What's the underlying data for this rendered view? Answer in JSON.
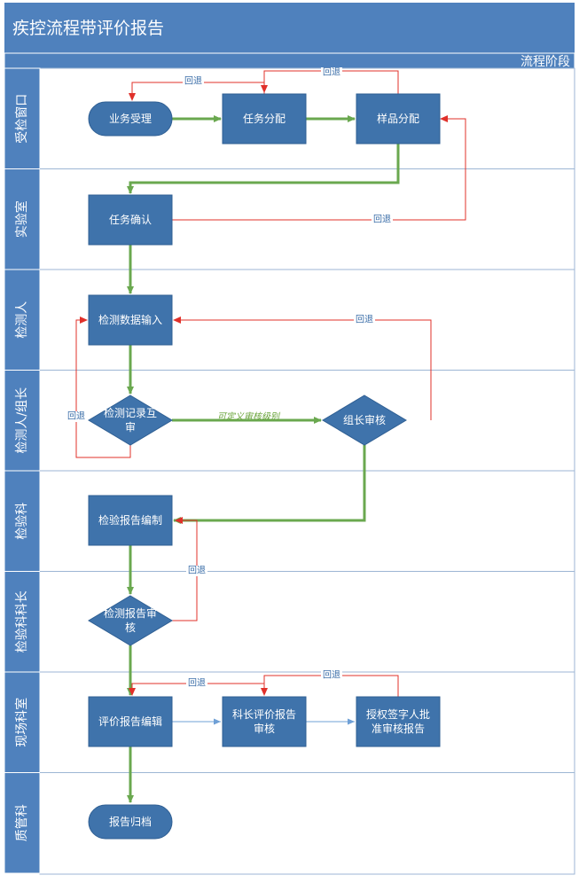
{
  "title": "疾控流程带评价报告",
  "phase_label": "流程阶段",
  "lanes": [
    {
      "id": "window",
      "label": "受检窗口"
    },
    {
      "id": "lab",
      "label": "实验室"
    },
    {
      "id": "tester",
      "label": "检测人"
    },
    {
      "id": "tester_leader",
      "label": "检测人/组长"
    },
    {
      "id": "inspection_dept",
      "label": "检验科"
    },
    {
      "id": "inspection_chief",
      "label": "检验科科长"
    },
    {
      "id": "field_dept",
      "label": "现场科室"
    },
    {
      "id": "qa_dept",
      "label": "质管科"
    }
  ],
  "nodes": {
    "business_accept": {
      "label": "业务受理",
      "shape": "terminator"
    },
    "task_assign": {
      "label": "任务分配",
      "shape": "process"
    },
    "sample_assign": {
      "label": "样品分配",
      "shape": "process"
    },
    "task_confirm": {
      "label": "任务确认",
      "shape": "process"
    },
    "data_input": {
      "label": "检测数据输入",
      "shape": "process"
    },
    "record_review": {
      "label": [
        "检测记录互",
        "审"
      ],
      "shape": "decision"
    },
    "leader_review": {
      "label": "组长审核",
      "shape": "decision"
    },
    "report_compile": {
      "label": "检验报告编制",
      "shape": "process"
    },
    "report_review": {
      "label": [
        "检测报告审",
        "核"
      ],
      "shape": "decision"
    },
    "eval_compile": {
      "label": "评价报告编辑",
      "shape": "process"
    },
    "chief_review": {
      "label": [
        "科长评价报告",
        "审核"
      ],
      "shape": "process"
    },
    "sign_approve": {
      "label": [
        "授权签字人批",
        "准审核报告"
      ],
      "shape": "process"
    },
    "archive": {
      "label": "报告归档",
      "shape": "terminator"
    }
  },
  "flow_labels": {
    "back": "回退",
    "optional_level": "可定义审核级别"
  },
  "colors": {
    "header": "#4f81bd",
    "node_fill": "#3f73ab",
    "lane_border": "#9db6d4",
    "forward": "#6aa84f",
    "back": "#e0302a",
    "blue_flow": "#6fa0d6"
  }
}
